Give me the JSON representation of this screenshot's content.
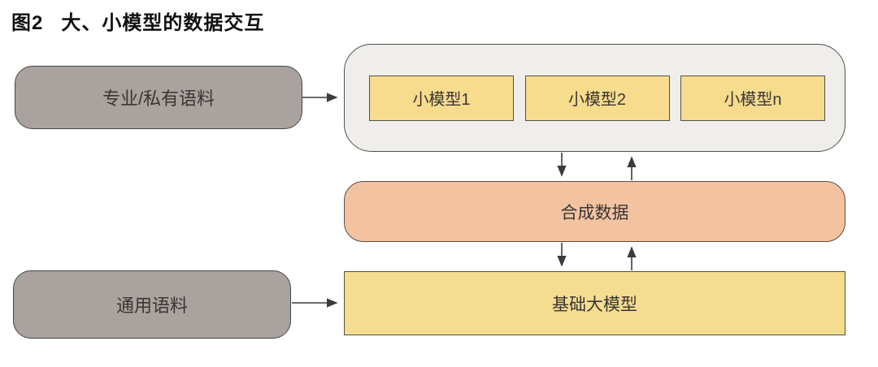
{
  "title": {
    "figure_label": "图2",
    "text": "大、小模型的数据交互"
  },
  "nodes": {
    "professional_corpus": {
      "label": "专业/私有语料"
    },
    "general_corpus": {
      "label": "通用语料"
    },
    "small_models": {
      "items": [
        {
          "label": "小模型1"
        },
        {
          "label": "小模型2"
        },
        {
          "label": "小模型n"
        }
      ]
    },
    "synthetic_data": {
      "label": "合成数据"
    },
    "foundation_model": {
      "label": "基础大模型"
    }
  },
  "connections": [
    {
      "from": "professional_corpus",
      "to": "small_models",
      "direction": "right"
    },
    {
      "from": "small_models",
      "to": "synthetic_data",
      "direction": "down"
    },
    {
      "from": "synthetic_data",
      "to": "small_models",
      "direction": "up"
    },
    {
      "from": "synthetic_data",
      "to": "foundation_model",
      "direction": "down"
    },
    {
      "from": "foundation_model",
      "to": "synthetic_data",
      "direction": "up"
    },
    {
      "from": "general_corpus",
      "to": "foundation_model",
      "direction": "right"
    }
  ],
  "colors": {
    "background": "#ffffff",
    "title_color": "#111111",
    "text_color": "#3a3632",
    "corpus_fill": "#a9a29e",
    "corpus_border": "#474745",
    "group_fill": "#f0eeeb",
    "group_border": "#51514f",
    "small_model_fill": "#f7dc8e",
    "small_model_border": "#53504a",
    "synthetic_fill": "#f3c3a1",
    "synthetic_border": "#5a4c41",
    "foundation_fill": "#f4dc90",
    "foundation_border": "#555044",
    "arrow_color": "#3c3c3a"
  }
}
